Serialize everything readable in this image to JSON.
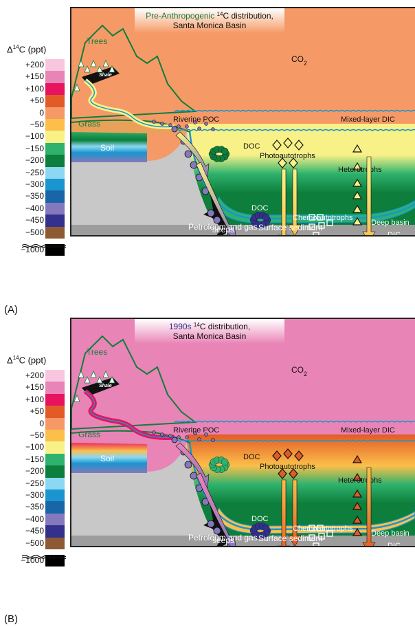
{
  "legend": {
    "title_base": "Δ",
    "title_sup": "14",
    "title_tail": "C (ppt)",
    "items": [
      {
        "label": "+200",
        "color": "#f9c6df"
      },
      {
        "label": "+150",
        "color": "#e984b6"
      },
      {
        "label": "+100",
        "color": "#e8135f"
      },
      {
        "label": "+50",
        "color": "#e25a25"
      },
      {
        "label": "0",
        "color": "#f59a66"
      },
      {
        "label": "−50",
        "color": "#fbbf4a"
      },
      {
        "label": "−100",
        "color": "#f8f188"
      },
      {
        "label": "−150",
        "color": "#2eb26d"
      },
      {
        "label": "−200",
        "color": "#0d7e3b"
      },
      {
        "label": "−250",
        "color": "#8cd8f2"
      },
      {
        "label": "−300",
        "color": "#1a95cf"
      },
      {
        "label": "−350",
        "color": "#1865a8"
      },
      {
        "label": "−400",
        "color": "#8479bc"
      },
      {
        "label": "−450",
        "color": "#33318d"
      },
      {
        "label": "−500",
        "color": "#8d5a33"
      },
      {
        "label": "−1000",
        "color": "#000000"
      }
    ]
  },
  "panels": [
    {
      "label": "(A)",
      "title_highlight": "Pre-Anthropogenic",
      "title_line1_rest": "C distribution,",
      "title_sup": "14",
      "title_line2": "Santa Monica Basin",
      "highlight_color": "#1a7a3c",
      "sky_color": "#f59a66",
      "mixed_color": "#f8f188",
      "riverine_color": "#f8f188",
      "grass_bank_color": "#e9a15a",
      "soil_top_color": "#2eb26d",
      "sediment_color": "#2eb26d",
      "diamond_fill": "#f8f188",
      "triangle_fill": "#f8f188",
      "arrow_top": "#f8f188",
      "arrow_bottom": "#fbbf4a"
    },
    {
      "label": "(B)",
      "title_highlight": "1990s",
      "title_line1_rest": "C distribution,",
      "title_sup": "14",
      "title_line2": "Santa Monica Basin",
      "highlight_color": "#33318d",
      "sky_color": "#e984b6",
      "mixed_color": "#e25a25",
      "riverine_color": "#e8135f",
      "grass_bank_color": "#e984b6",
      "soil_top_color": "#e8135f",
      "sediment_color": "#fbbf4a",
      "diamond_fill": "#e25a25",
      "triangle_fill": "#e25a25",
      "arrow_top": "#fbbf4a",
      "arrow_bottom": "#e25a25"
    }
  ],
  "labels": {
    "co2": "CO",
    "co2_sub": "2",
    "trees": "Trees",
    "shale": "Shale",
    "grass": "Grass",
    "soil": "Soil",
    "riverine_poc": "Riverine POC",
    "mixed_layer_dic": "Mixed-layer DIC",
    "doc": "DOC",
    "photoautotrophs": "Photoautotrophs",
    "heterotrophs": "Heterotrophs",
    "chemoautotrophs": "Chemoautotrophs",
    "deep_basin": "Deep basin",
    "dic": "DIC",
    "surface_sediment": "Surface sediment",
    "petroleum": "Petroleum and gas",
    "seeps": "seeps"
  }
}
